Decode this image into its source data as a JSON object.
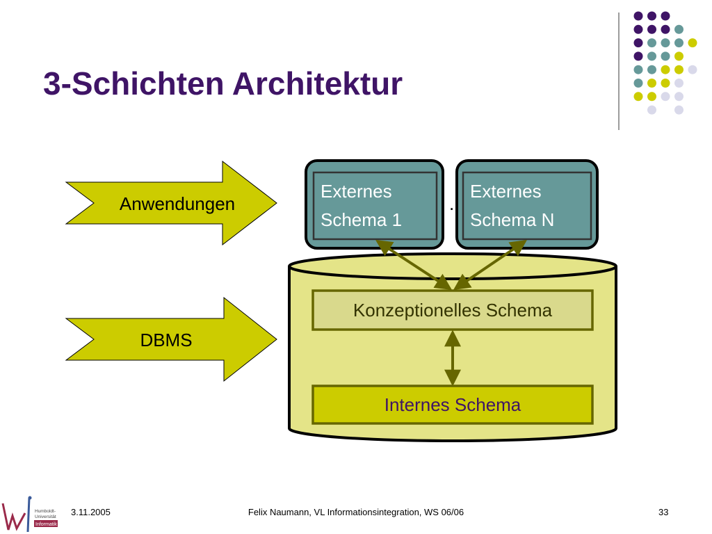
{
  "slide": {
    "title": "3-Schichten Architektur"
  },
  "colors": {
    "title": "#3f1466",
    "purple": "#3f1466",
    "teal": "#669999",
    "yellow": "#cccc00",
    "lavender": "#d9d9ea",
    "cylinder_fill": "#e4e488",
    "arrow_olive": "#666600"
  },
  "diagram": {
    "arrows": [
      {
        "label": "Anwendungen"
      },
      {
        "label": "DBMS"
      }
    ],
    "external_schemas": [
      {
        "line1": "Externes",
        "line2": "Schema 1"
      },
      {
        "line1": "Externes",
        "line2": "Schema N"
      }
    ],
    "ellipsis": "..",
    "conceptual_schema": "Konzeptionelles Schema",
    "internal_schema": "Internes Schema"
  },
  "decoration": {
    "dot_grid": [
      [
        "purple",
        "purple",
        "purple",
        "",
        ""
      ],
      [
        "purple",
        "purple",
        "purple",
        "teal",
        ""
      ],
      [
        "purple",
        "teal",
        "teal",
        "teal",
        "yellow"
      ],
      [
        "purple",
        "teal",
        "teal",
        "yellow",
        ""
      ],
      [
        "teal",
        "teal",
        "yellow",
        "yellow",
        "lavender"
      ],
      [
        "teal",
        "yellow",
        "yellow",
        "lavender",
        ""
      ],
      [
        "yellow",
        "yellow",
        "lavender",
        "lavender",
        ""
      ],
      [
        "",
        "lavender",
        "",
        "lavender",
        ""
      ]
    ]
  },
  "footer": {
    "logo_lines": [
      "Humboldt-",
      "Universität",
      "Informatik"
    ],
    "date": "3.11.2005",
    "center": "Felix Naumann, VL Informationsintegration, WS 06/06",
    "page": "33"
  }
}
